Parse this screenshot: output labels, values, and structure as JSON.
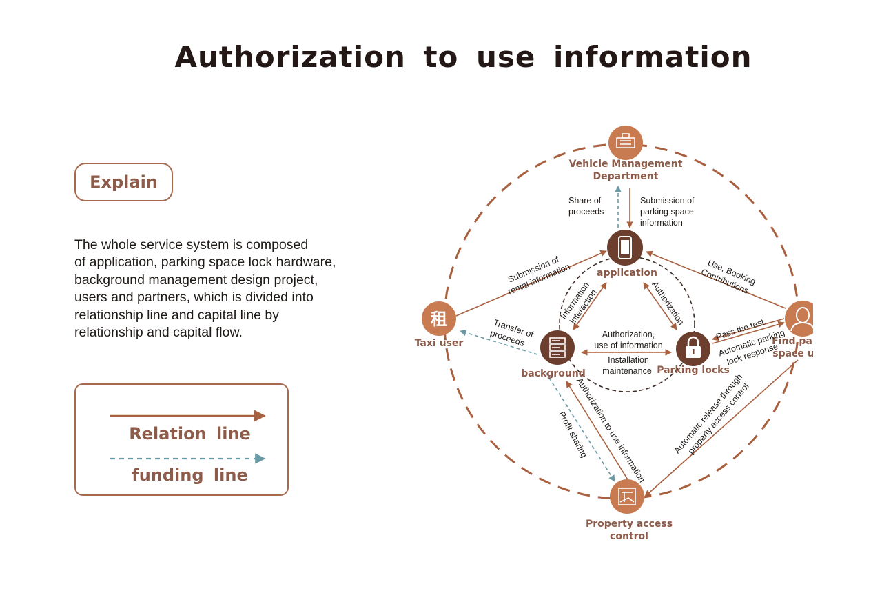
{
  "title": "Authorization to use information",
  "explain": {
    "heading": "Explain",
    "lines": [
      "The whole service system is composed",
      "of application, parking space lock hardware,",
      "background management design project,",
      "users and partners, which is divided into",
      "relationship line and capital line by",
      "relationship and capital flow."
    ]
  },
  "legend": {
    "relation_label": "Relation line",
    "funding_label": "funding line"
  },
  "colors": {
    "relation": "#a8603f",
    "funding": "#6a9aa3",
    "node": "#c87a50",
    "node_dark": "#6b3e2e",
    "label": "#8c5b4a"
  },
  "nodes": {
    "vehicle": {
      "lines": [
        "Vehicle Management",
        "Department"
      ],
      "icon": "building-icon"
    },
    "application": {
      "lines": [
        "application"
      ],
      "icon": "phone-icon"
    },
    "taxi": {
      "lines": [
        "Taxi user"
      ],
      "icon": "rent-character-icon",
      "glyph": "租"
    },
    "finder": {
      "lines": [
        "Find parking",
        "space users"
      ],
      "icon": "user-icon"
    },
    "background": {
      "lines": [
        "background"
      ],
      "icon": "server-icon"
    },
    "locks": {
      "lines": [
        "Parking locks"
      ],
      "icon": "lock-icon"
    },
    "property": {
      "lines": [
        "Property access",
        "control"
      ],
      "icon": "barrier-gate-icon"
    }
  },
  "edges": {
    "share": [
      "Share of",
      "proceeds"
    ],
    "submit_space": [
      "Submission of",
      "parking space",
      "information"
    ],
    "submit_rental": [
      "Submission of",
      "rental information"
    ],
    "use_booking": [
      "Use, Booking",
      "Contributions"
    ],
    "info_interaction": [
      "Information",
      "interaction"
    ],
    "authorization": [
      "Authorization"
    ],
    "transfer": [
      "Transfer of",
      "proceeds"
    ],
    "auth_use_info": [
      "Authorization,",
      "use of information"
    ],
    "install": [
      "Installation",
      "maintenance"
    ],
    "pass_test": [
      "Pass the test."
    ],
    "auto_response": [
      "Automatic parking",
      "lock response"
    ],
    "profit": [
      "Profit sharing"
    ],
    "auth_to_use": [
      "Authorization to use information"
    ],
    "auto_release": [
      "Automatic release through",
      "property access control"
    ]
  }
}
